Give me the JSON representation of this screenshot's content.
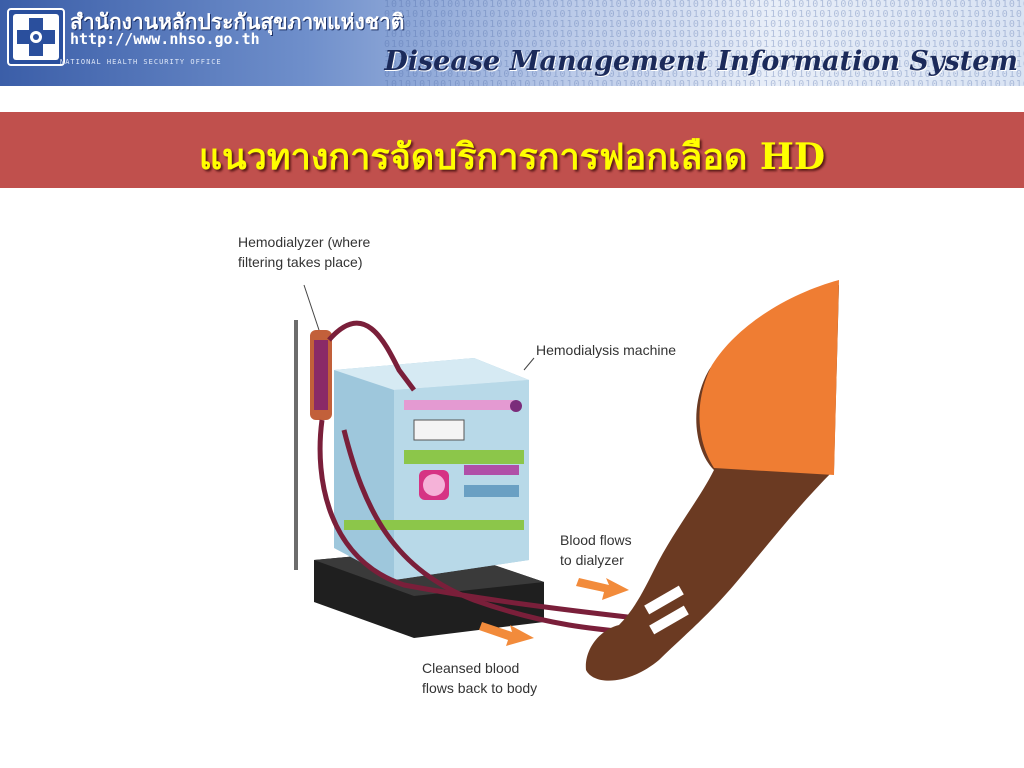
{
  "header": {
    "org_name_th": "สำนักงานหลักประกันสุขภาพแห่งชาติ",
    "url": "http://www.nhso.go.th",
    "org_name_en": "NATIONAL HEALTH SECURITY OFFICE",
    "system_name": "Disease Management Information System",
    "binary_pattern": "1010101010010101010101010101"
  },
  "slide": {
    "title": "แนวทางการจัดบริการการฟอกเลือด HD"
  },
  "figure": {
    "labels": {
      "hemodialyzer": "Hemodialyzer (where\nfiltering takes place)",
      "machine": "Hemodialysis machine",
      "blood_to": "Blood flows\nto dialyzer",
      "blood_back": "Cleansed blood\nflows back to body"
    }
  },
  "colors": {
    "banner_bg": "#c0504d",
    "banner_text": "#ffff00",
    "header_accent": "#2a4f9d"
  }
}
